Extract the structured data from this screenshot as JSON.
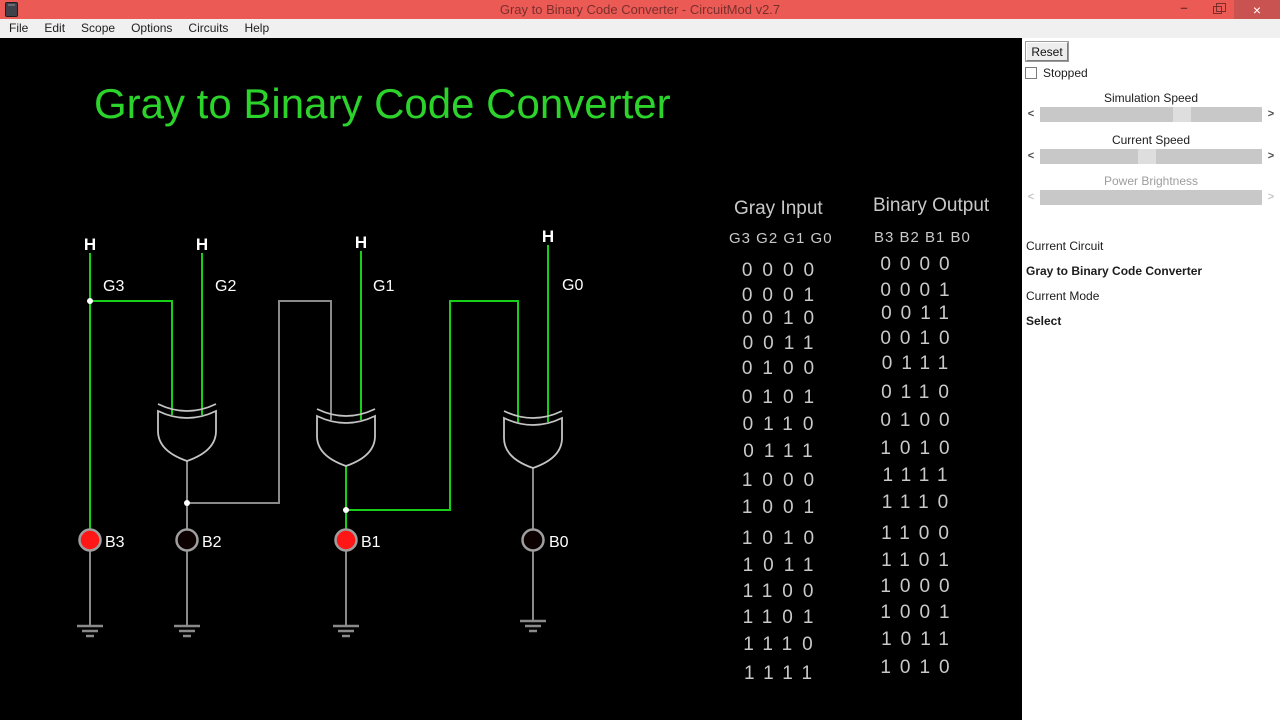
{
  "window": {
    "title": "Gray to Binary Code Converter - CircuitMod v2.7",
    "controls": {
      "minimize": "minimize",
      "restore": "restore",
      "close": "close"
    },
    "close_glyph": "×",
    "minimize_glyph": "–"
  },
  "menu": {
    "items": [
      "File",
      "Edit",
      "Scope",
      "Options",
      "Circuits",
      "Help"
    ]
  },
  "canvas": {
    "heading": "Gray to Binary Code Converter",
    "posts": [
      {
        "post": "H",
        "label": "G3",
        "state": "high"
      },
      {
        "post": "H",
        "label": "G2",
        "state": "high"
      },
      {
        "post": "H",
        "label": "G1",
        "state": "high"
      },
      {
        "post": "H",
        "label": "G0",
        "state": "high"
      }
    ],
    "gates": [
      {
        "type": "XOR",
        "inputs": [
          "G3",
          "G2"
        ],
        "output": "B2"
      },
      {
        "type": "XOR",
        "inputs": [
          "B2",
          "G1"
        ],
        "output": "B1"
      },
      {
        "type": "XOR",
        "inputs": [
          "B1",
          "G0"
        ],
        "output": "B0"
      }
    ],
    "leds": [
      {
        "label": "B3",
        "lit": true,
        "color": "#ff1717"
      },
      {
        "label": "B2",
        "lit": false,
        "color": "#0c0000"
      },
      {
        "label": "B1",
        "lit": true,
        "color": "#ff1717"
      },
      {
        "label": "B0",
        "lit": false,
        "color": "#0c0000"
      }
    ]
  },
  "table": {
    "gray_header": "Gray Input",
    "gray_subheader": "G3 G2 G1 G0",
    "binary_header": "Binary Output",
    "binary_subheader": "B3 B2 B1 B0",
    "rows": [
      {
        "gray": "0000",
        "binary": "0000"
      },
      {
        "gray": "0001",
        "binary": "0001"
      },
      {
        "gray": "0010",
        "binary": "0011"
      },
      {
        "gray": "0011",
        "binary": "0010"
      },
      {
        "gray": "0100",
        "binary": "0111"
      },
      {
        "gray": "0101",
        "binary": "0110"
      },
      {
        "gray": "0110",
        "binary": "0100"
      },
      {
        "gray": "0111",
        "binary": "1010"
      },
      {
        "gray": "1000",
        "binary": "1111"
      },
      {
        "gray": "1001",
        "binary": "1110"
      },
      {
        "gray": "1010",
        "binary": "1100"
      },
      {
        "gray": "1011",
        "binary": "1101"
      },
      {
        "gray": "1100",
        "binary": "1000"
      },
      {
        "gray": "1101",
        "binary": "1001"
      },
      {
        "gray": "1110",
        "binary": "1011"
      },
      {
        "gray": "1111",
        "binary": "1010"
      }
    ]
  },
  "sidebar": {
    "reset_label": "Reset",
    "stopped_label": "Stopped",
    "stopped_checked": false,
    "sliders": [
      {
        "label": "Simulation Speed",
        "enabled": true,
        "value_pos": 0.6
      },
      {
        "label": "Current Speed",
        "enabled": true,
        "value_pos": 0.44
      },
      {
        "label": "Power Brightness",
        "enabled": false,
        "value_pos": null
      }
    ],
    "current_circuit_label": "Current Circuit",
    "current_circuit_value": "Gray to Binary Code Converter",
    "current_mode_label": "Current Mode",
    "current_mode_value": "Select"
  },
  "colors": {
    "titlebar_bg": "#ec5a55",
    "titlebar_text": "#7b2f2d",
    "close_bg": "#c95351",
    "menubar_bg": "#f0f0f0",
    "canvas_bg": "#000000",
    "heading_green": "#2bd32b",
    "wire_high": "#17cf17",
    "wire_low": "#8a8a8a",
    "gate_stroke": "#c4c4c4",
    "junction": "#ffffff",
    "led_on": "#ff1717",
    "led_off": "#0c0000",
    "led_ring": "#9e9e9e",
    "label_white": "#ffffff",
    "table_text": "#c9c9c9",
    "panel_bg": "#ffffff",
    "panel_text": "#1c1c1c",
    "disabled_text": "#9d9d9d",
    "scrollbar_track": "#c8c8c8",
    "scrollbar_gap": "#dedede"
  }
}
